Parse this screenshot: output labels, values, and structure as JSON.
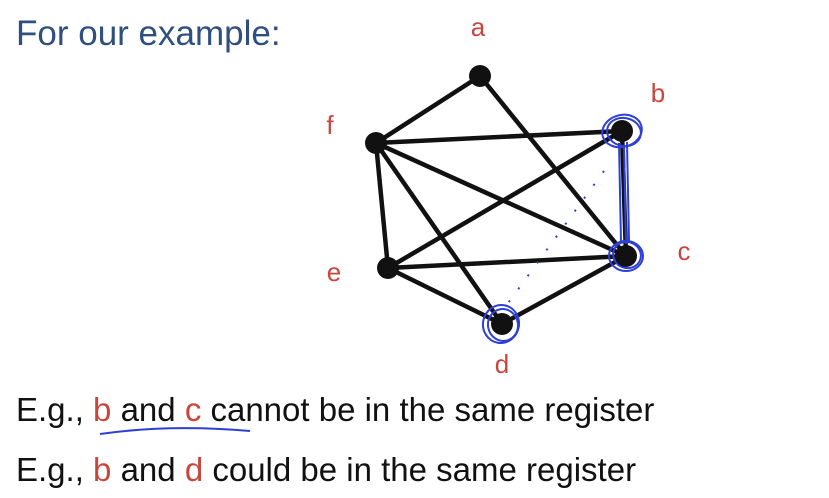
{
  "title": "For our example:",
  "graph": {
    "nodes": [
      {
        "id": "a",
        "label": "a"
      },
      {
        "id": "b",
        "label": "b"
      },
      {
        "id": "c",
        "label": "c"
      },
      {
        "id": "d",
        "label": "d"
      },
      {
        "id": "e",
        "label": "e"
      },
      {
        "id": "f",
        "label": "f"
      }
    ],
    "edges": [
      [
        "a",
        "f"
      ],
      [
        "a",
        "c"
      ],
      [
        "f",
        "b"
      ],
      [
        "f",
        "c"
      ],
      [
        "f",
        "d"
      ],
      [
        "f",
        "e"
      ],
      [
        "b",
        "c"
      ],
      [
        "b",
        "e"
      ],
      [
        "e",
        "c"
      ],
      [
        "e",
        "d"
      ],
      [
        "d",
        "c"
      ]
    ],
    "annotation_edge": [
      "b",
      "d"
    ],
    "colors": {
      "node": "#111111",
      "edge": "#111111",
      "label": "#c9463d",
      "annotation": "#2e3fd6"
    }
  },
  "examples": [
    {
      "prefix": "E.g., ",
      "v1": "b",
      "mid": " and ",
      "v2": "c",
      "rest": " cannot be in the same register"
    },
    {
      "prefix": "E.g., ",
      "v1": "b",
      "mid": " and ",
      "v2": "d",
      "rest": " could be in the same register"
    }
  ]
}
